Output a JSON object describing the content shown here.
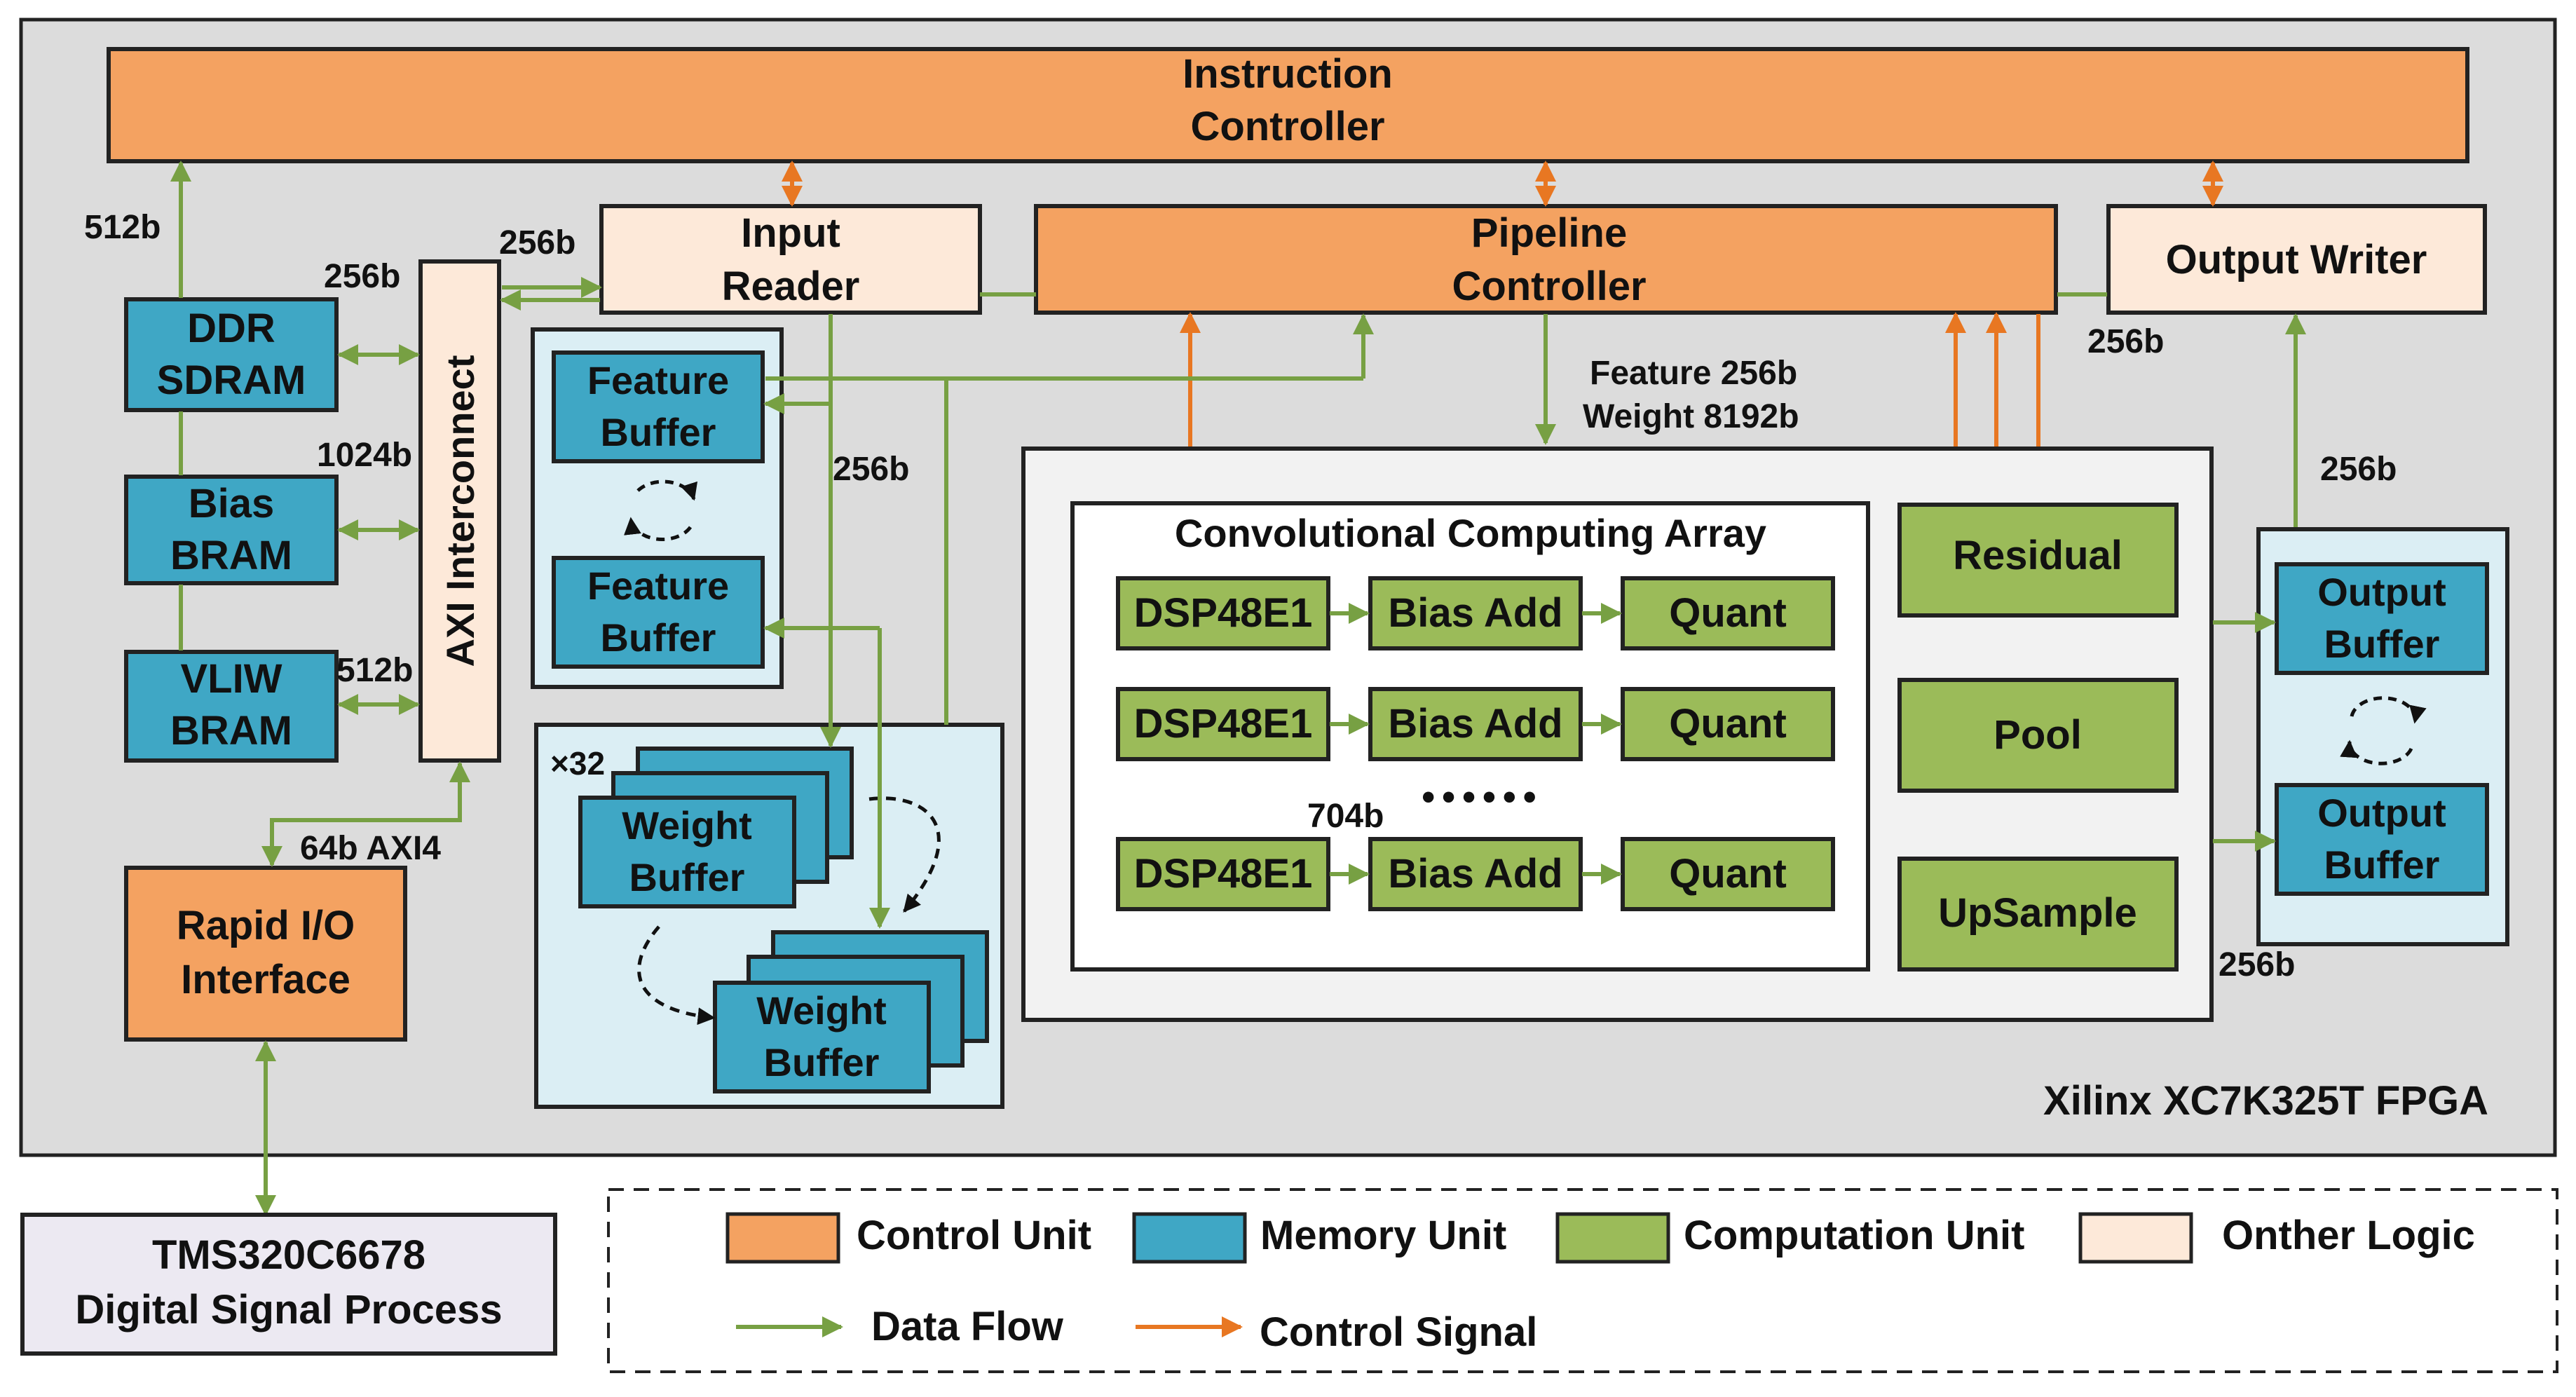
{
  "fpga": {
    "label": "Xilinx XC7K325T FPGA",
    "instruction_controller": [
      "Instruction",
      "Controller"
    ],
    "pipeline_controller": [
      "Pipeline",
      "Controller"
    ],
    "input_reader": [
      "Input",
      "Reader"
    ],
    "output_writer": "Output Writer",
    "ddr_sdram": [
      "DDR",
      "SDRAM"
    ],
    "bias_bram": [
      "Bias",
      "BRAM"
    ],
    "vliw_bram": [
      "VLIW",
      "BRAM"
    ],
    "axi_interconnect": "AXI Interconnect",
    "rapid_io": [
      "Rapid I/O",
      "Interface"
    ],
    "feature_buffer": [
      "Feature",
      "Buffer"
    ],
    "weight_buffer": [
      "Weight",
      "Buffer"
    ],
    "weight_multiplier": "×32",
    "output_buffer": [
      "Output",
      "Buffer"
    ],
    "conv_array": {
      "title": "Convolutional Computing Array",
      "rows": [
        {
          "dsp": "DSP48E1",
          "bias": "Bias Add",
          "quant": "Quant"
        },
        {
          "dsp": "DSP48E1",
          "bias": "Bias Add",
          "quant": "Quant"
        },
        {
          "dsp": "DSP48E1",
          "bias": "Bias Add",
          "quant": "Quant"
        }
      ],
      "ellipsis": "••••••",
      "width_label": "704b"
    },
    "post_units": {
      "residual": "Residual",
      "pool": "Pool",
      "upsample": "UpSample"
    }
  },
  "bus_labels": {
    "ddr_to_instr": "512b",
    "ddr_to_axi": "256b",
    "axi_to_input": "256b",
    "bias_to_axi": "1024b",
    "vliw_to_axi": "512b",
    "axi_to_rapid": "64b AXI4",
    "input_down": "256b",
    "pipeline_to_array": [
      "Feature 256b",
      "Weight 8192b"
    ],
    "output_writer_left": "256b",
    "output_buffer_up": "256b",
    "array_to_output": "256b"
  },
  "dsp": [
    "TMS320C6678",
    "Digital Signal Process"
  ],
  "legend": {
    "items": [
      {
        "label": "Control Unit",
        "color": "#f4a261"
      },
      {
        "label": "Memory Unit",
        "color": "#3fa7c5"
      },
      {
        "label": "Computation Unit",
        "color": "#9bbb59"
      },
      {
        "label": "Onther Logic",
        "color": "#fde9d9"
      }
    ],
    "data_flow": "Data Flow",
    "control_signal": "Control Signal"
  },
  "colors": {
    "control": "#f4a261",
    "memory": "#3fa7c5",
    "compute": "#9bbb59",
    "other": "#fde9d9",
    "data_arrow": "#77a043",
    "control_arrow": "#e87722",
    "fpga_bg": "#dcdcdc",
    "panel_light": "#dbeef4",
    "panel_white": "#f2f2f2"
  }
}
